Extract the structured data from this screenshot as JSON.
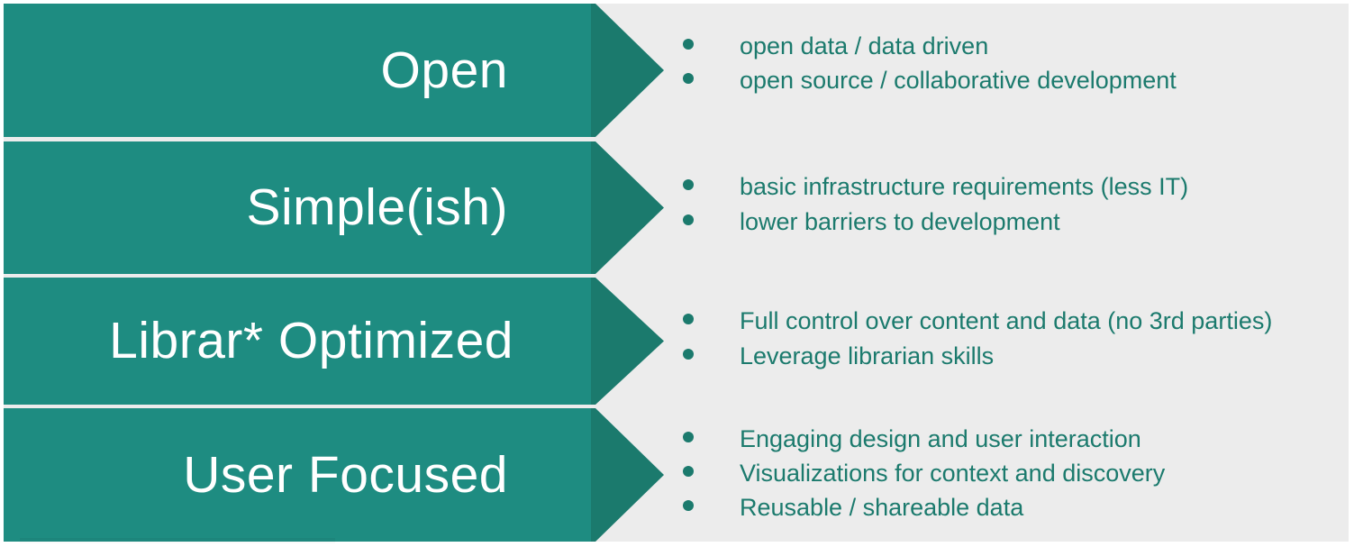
{
  "theme": {
    "arrow_body_color": "#1e8c81",
    "arrow_head_color": "#1b7a6d",
    "panel_bg_color": "#ececec",
    "bullet_text_color": "#1b7a6d",
    "label_text_color": "#ffffff",
    "page_bg_color": "#ffffff"
  },
  "rows": [
    {
      "label": "Open",
      "bullets": [
        "open data / data driven",
        "open source / collaborative development"
      ]
    },
    {
      "label": "Simple(ish)",
      "bullets": [
        "basic infrastructure requirements (less IT)",
        "lower barriers to development"
      ]
    },
    {
      "label": "Librar* Optimized",
      "bullets": [
        "Full control over content and data (no 3rd parties)",
        "Leverage librarian skills"
      ]
    },
    {
      "label": "User Focused",
      "bullets": [
        "Engaging design and user interaction",
        "Visualizations for context and discovery",
        "Reusable / shareable data"
      ]
    }
  ]
}
